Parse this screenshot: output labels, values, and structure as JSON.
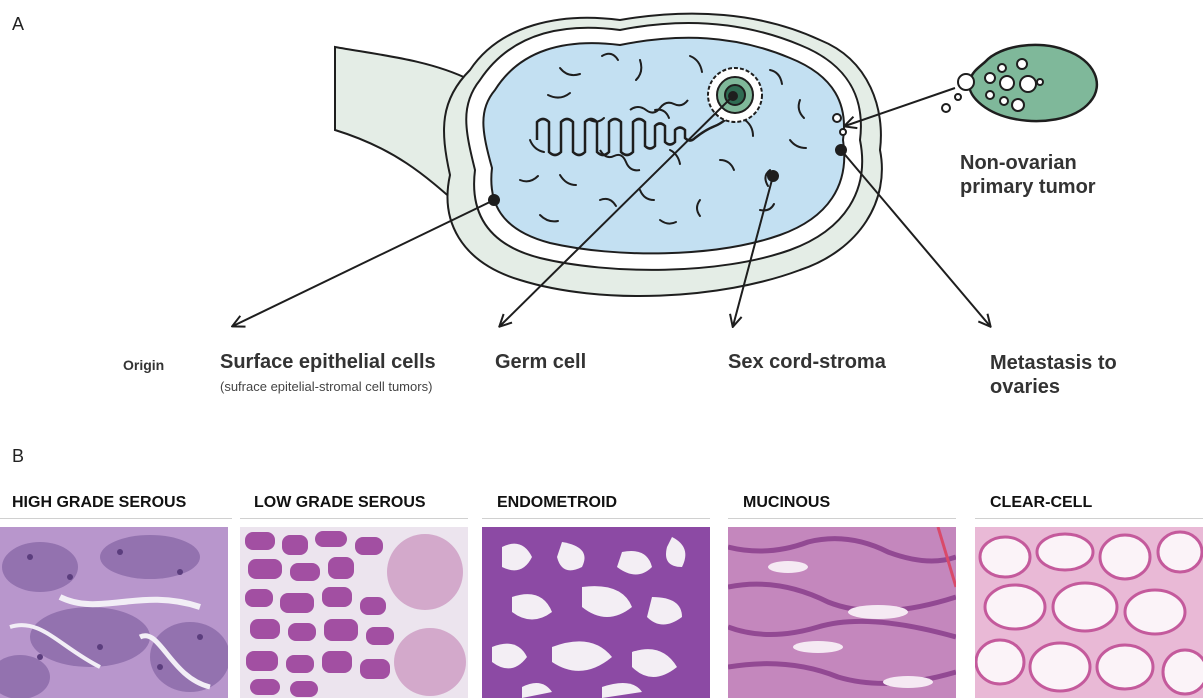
{
  "panel_a": {
    "label": "A",
    "origin_label": "Origin",
    "categories": [
      {
        "title": "Surface epithelial cells",
        "subtitle": "(sufrace epitelial-stromal cell tumors)"
      },
      {
        "title": "Germ cell"
      },
      {
        "title": "Sex cord-stroma"
      },
      {
        "title": "Metastasis to ovaries"
      }
    ],
    "non_ovarian_label": "Non-ovarian primary tumor",
    "colors": {
      "ovary_fill": "#c3e0f2",
      "stroma_fill": "#e4ede6",
      "tumor_fill": "#7fb89a",
      "outline": "#1e1e1e"
    }
  },
  "panel_b": {
    "label": "B",
    "histology": [
      {
        "title": "HIGH GRADE SEROUS",
        "color": "#b896cc"
      },
      {
        "title": "LOW GRADE SEROUS",
        "color": "#a24fa2"
      },
      {
        "title": "ENDOMETROID",
        "color": "#8c4aa4"
      },
      {
        "title": "MUCINOUS",
        "color": "#c487bd"
      },
      {
        "title": "CLEAR-CELL",
        "color": "#e9b9d6"
      }
    ]
  }
}
